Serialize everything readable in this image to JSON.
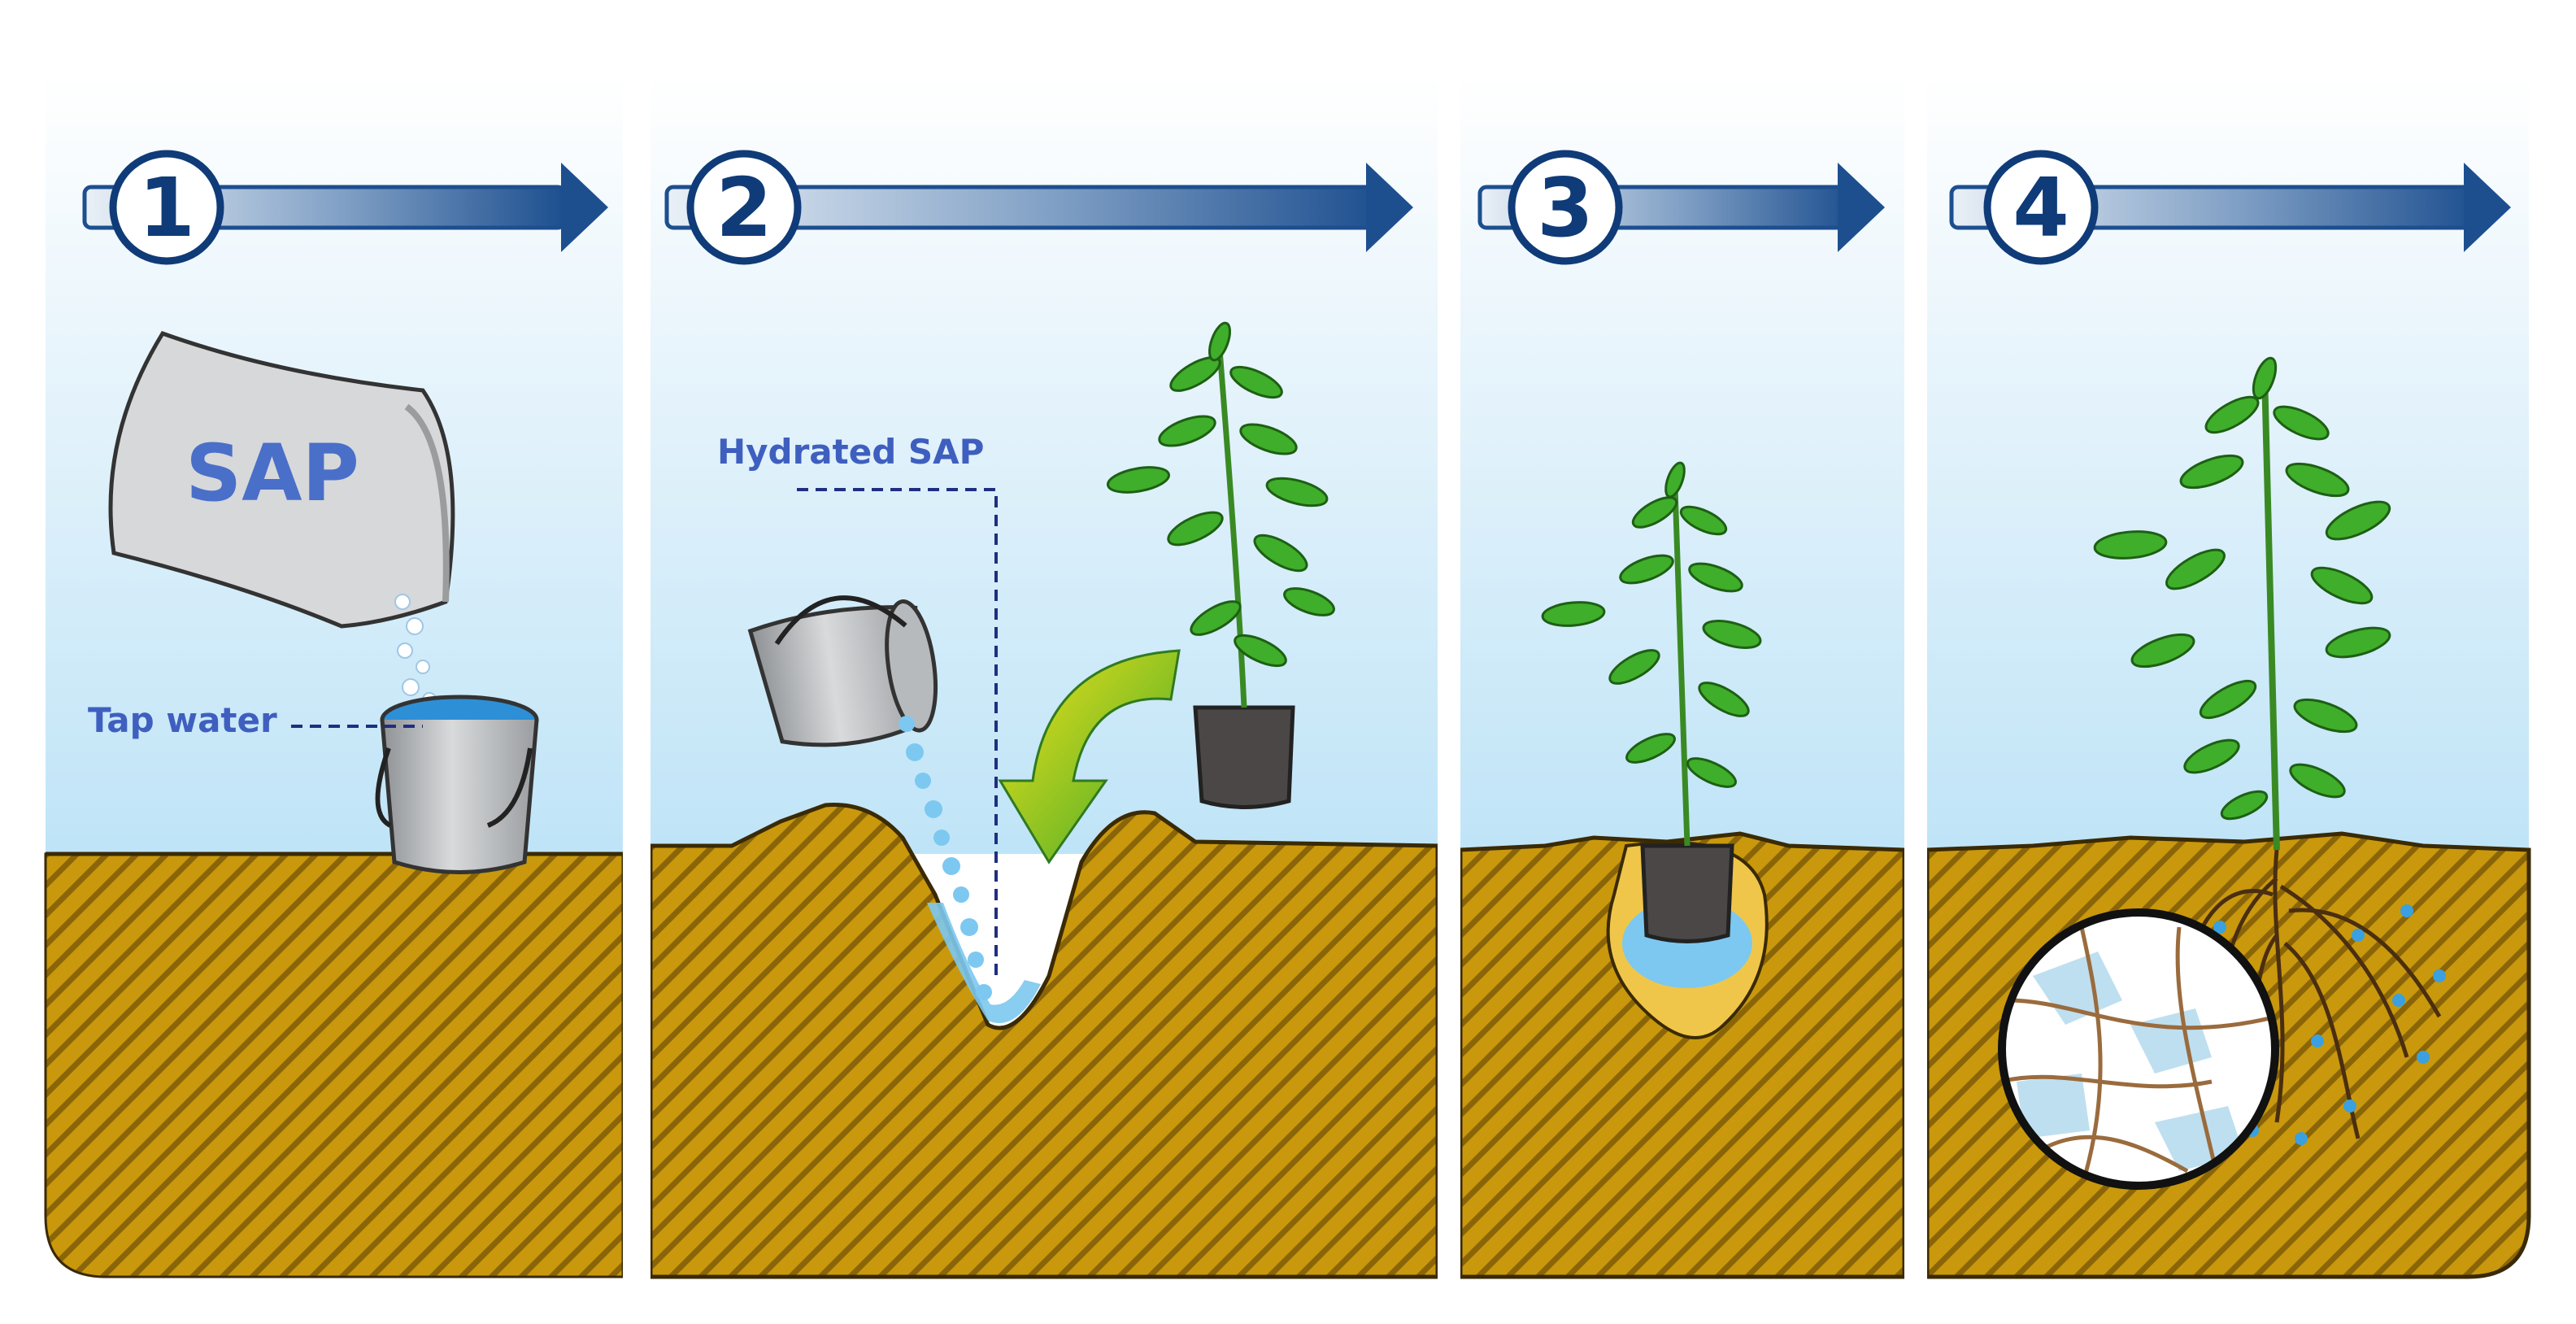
{
  "steps": [
    {
      "number": "1"
    },
    {
      "number": "2"
    },
    {
      "number": "3"
    },
    {
      "number": "4"
    }
  ],
  "labels": {
    "sap_bag": "SAP",
    "tap_water": "Tap water",
    "hydrated_sap": "Hydrated SAP"
  },
  "colors": {
    "sky_top": "#ffffff",
    "sky_bottom": "#bfe4f7",
    "soil": "#c9980c",
    "soil_stripe": "#7a5a06",
    "arrow": "#1d4f8f",
    "number_ring": "#0f3b78",
    "label_text": "#3f5fbf",
    "leaf": "#3fae2a",
    "gel": "#7cc8f0"
  }
}
